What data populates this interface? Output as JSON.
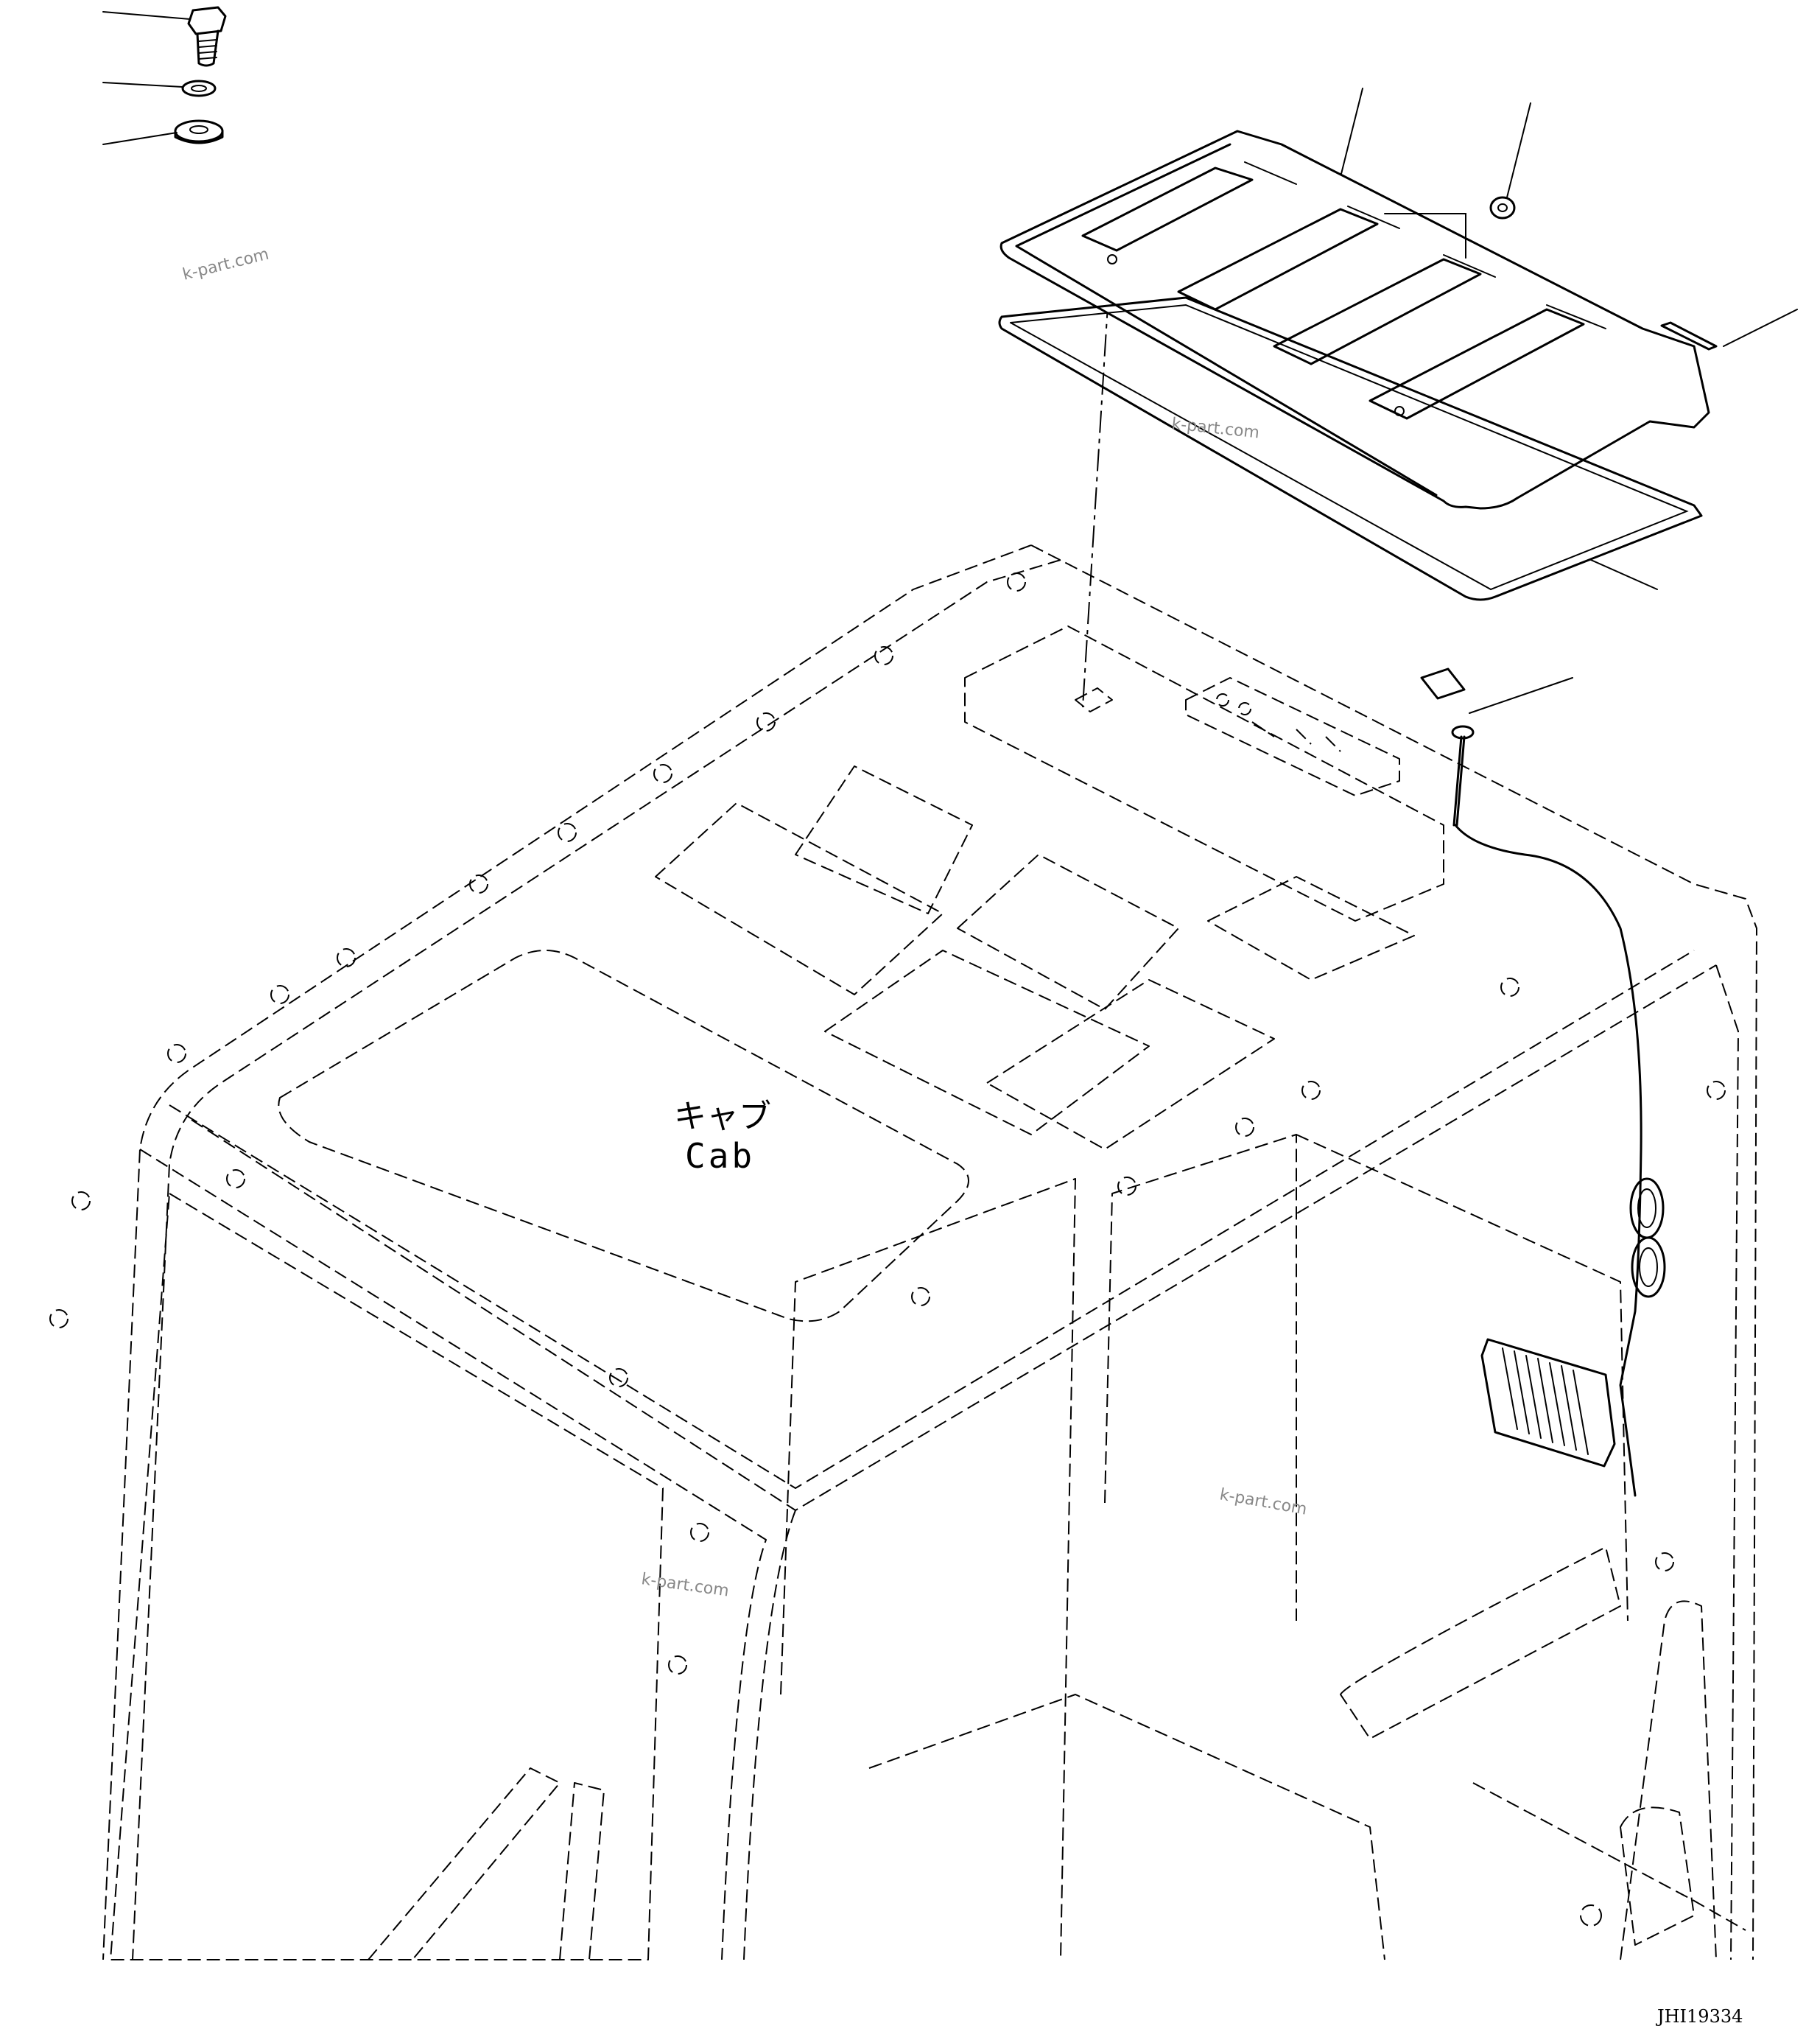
{
  "labels": {
    "cab_jp": "キャブ",
    "cab_en": "Cab",
    "drawing_code": "JHI19334"
  },
  "watermarks": [
    "k-part.com",
    "k-part.com",
    "k-part.com",
    "k-part.com"
  ]
}
